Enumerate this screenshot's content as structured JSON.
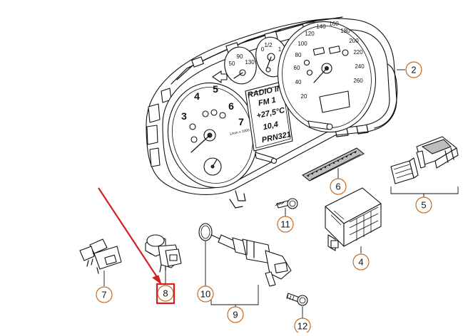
{
  "diagram": {
    "display_lines": [
      "RADIO IN",
      "FM 1",
      "+27,5°C",
      "10,4",
      "PRN321"
    ],
    "speed_ticks": [
      "20",
      "40",
      "60",
      "80",
      "100",
      "120",
      "140",
      "160",
      "180",
      "200",
      "220",
      "240",
      "260"
    ],
    "rpm_ticks": [
      "3",
      "4",
      "5",
      "6",
      "7"
    ],
    "tacho_small_text": "1/min x 1000",
    "callouts": [
      {
        "id": "2",
        "label": "2"
      },
      {
        "id": "4",
        "label": "4"
      },
      {
        "id": "5",
        "label": "5"
      },
      {
        "id": "6",
        "label": "6"
      },
      {
        "id": "7",
        "label": "7"
      },
      {
        "id": "8",
        "label": "8"
      },
      {
        "id": "9",
        "label": "9"
      },
      {
        "id": "10",
        "label": "10"
      },
      {
        "id": "11",
        "label": "11"
      },
      {
        "id": "12",
        "label": "12"
      }
    ],
    "highlight": {
      "callout": "8",
      "color": "#d42020"
    }
  }
}
